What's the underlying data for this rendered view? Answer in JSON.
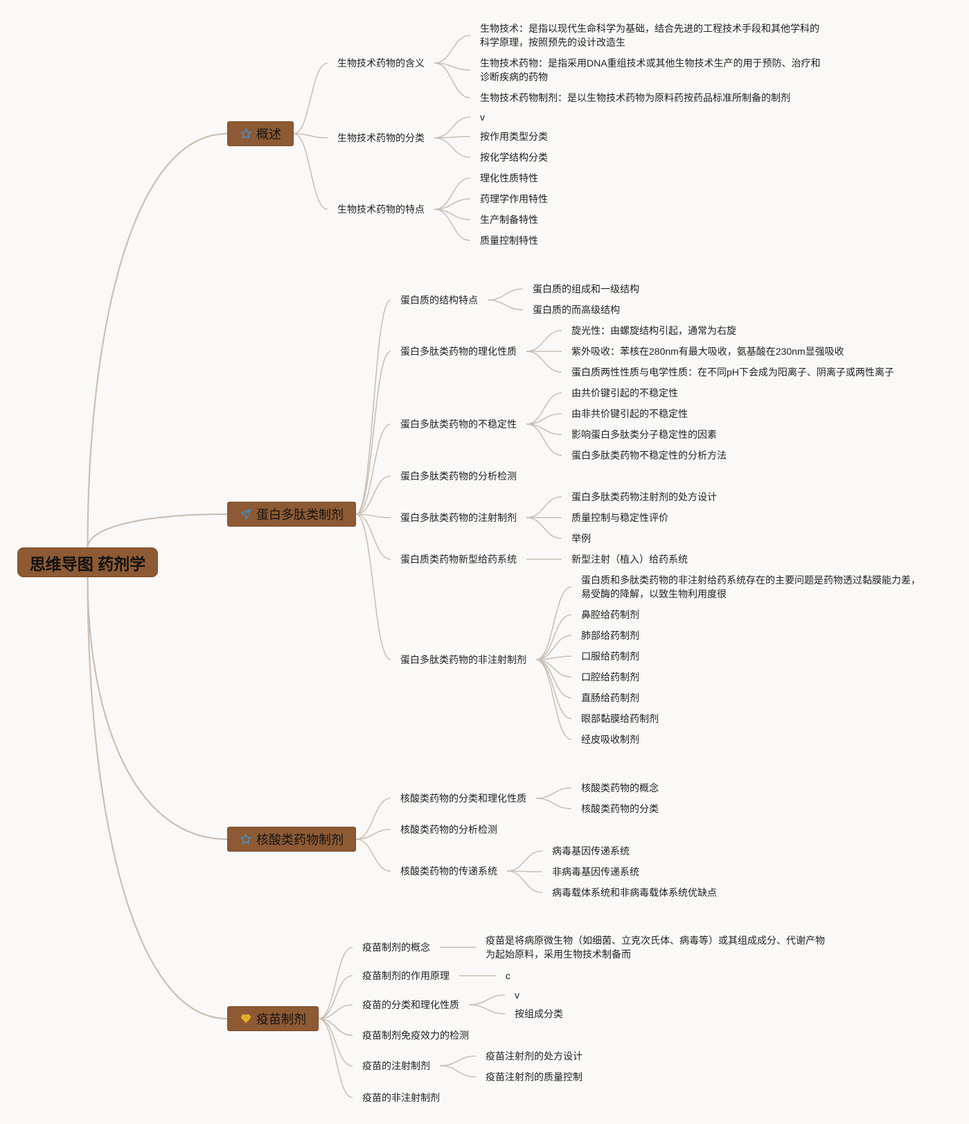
{
  "root": {
    "label": "思维导图 药剂学"
  },
  "branches": [
    {
      "label": "概述",
      "icon": "star-icon",
      "topics": [
        {
          "label": "生物技术药物的含义",
          "items": [
            "生物技术：是指以现代生命科学为基础，结合先进的工程技术手段和其他学科的科学原理，按照预先的设计改造生",
            "生物技术药物：是指采用DNA重组技术或其他生物技术生产的用于预防、治疗和诊断疾病的药物",
            "生物技术药物制剂：是以生物技术药物为原料药按药品标准所制备的制剂"
          ]
        },
        {
          "label": "生物技术药物的分类",
          "items": [
            "v",
            "按作用类型分类",
            "按化学结构分类"
          ]
        },
        {
          "label": "生物技术药物的特点",
          "items": [
            "理化性质特性",
            "药理学作用特性",
            "生产制备特性",
            "质量控制特性"
          ]
        }
      ]
    },
    {
      "label": "蛋白多肽类制剂",
      "icon": "paper-plane-icon",
      "topics": [
        {
          "label": "蛋白质的结构特点",
          "items": [
            "蛋白质的组成和一级结构",
            "蛋白质的而高级结构"
          ]
        },
        {
          "label": "蛋白多肽类药物的理化性质",
          "items": [
            "旋光性：由螺旋结构引起，通常为右旋",
            "紫外吸收：苯核在280nm有最大吸收，氨基酸在230nm显强吸收",
            "蛋白质两性性质与电学性质：在不同pH下会成为阳离子、阴离子或两性离子"
          ]
        },
        {
          "label": "蛋白多肽类药物的不稳定性",
          "items": [
            "由共价键引起的不稳定性",
            "由非共价键引起的不稳定性",
            "影响蛋白多肽类分子稳定性的因素",
            "蛋白多肽类药物不稳定性的分析方法"
          ]
        },
        {
          "label": "蛋白多肽类药物的分析检测",
          "items": []
        },
        {
          "label": "蛋白多肽类药物的注射制剂",
          "items": [
            "蛋白多肽类药物注射剂的处方设计",
            "质量控制与稳定性评价",
            "举例"
          ]
        },
        {
          "label": "蛋白质类药物新型给药系统",
          "items": [
            "新型注射（植入）给药系统"
          ]
        },
        {
          "label": "蛋白多肽类药物的非注射制剂",
          "items": [
            "蛋白质和多肽类药物的非注射给药系统存在的主要问题是药物透过黏膜能力差，易受酶的降解，以致生物利用度很",
            "鼻腔给药制剂",
            "肺部给药制剂",
            "口服给药制剂",
            "口腔给药制剂",
            "直肠给药制剂",
            "眼部黏膜给药制剂",
            "经皮吸收制剂"
          ]
        }
      ]
    },
    {
      "label": "核酸类药物制剂",
      "icon": "star-icon",
      "topics": [
        {
          "label": "核酸类药物的分类和理化性质",
          "items": [
            "核酸类药物的概念",
            "核酸类药物的分类"
          ]
        },
        {
          "label": "核酸类药物的分析检测",
          "items": []
        },
        {
          "label": "核酸类药物的传递系统",
          "items": [
            "病毒基因传递系统",
            "非病毒基因传递系统",
            "病毒载体系统和非病毒载体系统优缺点"
          ]
        }
      ]
    },
    {
      "label": "疫苗制剂",
      "icon": "diamond-icon",
      "topics": [
        {
          "label": "疫苗制剂的概念",
          "items": [
            "疫苗是将病原微生物（如细菌、立克次氏体、病毒等）或其组成成分、代谢产物为起始原料，采用生物技术制备而"
          ]
        },
        {
          "label": "疫苗制剂的作用原理",
          "items": [
            "c"
          ]
        },
        {
          "label": "疫苗的分类和理化性质",
          "items": [
            "v",
            "按组成分类"
          ]
        },
        {
          "label": "疫苗制剂免疫效力的检测",
          "items": []
        },
        {
          "label": "疫苗的注射制剂",
          "items": [
            "疫苗注射剂的处方设计",
            "疫苗注射剂的质量控制"
          ]
        },
        {
          "label": "疫苗的非注射制剂",
          "items": []
        }
      ]
    }
  ],
  "colors": {
    "background": "#faf9f7",
    "topic_fill": "#8d5a33",
    "topic_border": "#7b4c2a",
    "connector": "#cbbfb5",
    "text": "#222222",
    "star_icon": "#3f95d6",
    "plane_icon": "#3b8fcc",
    "diamond_icon": "#f3c02c"
  }
}
